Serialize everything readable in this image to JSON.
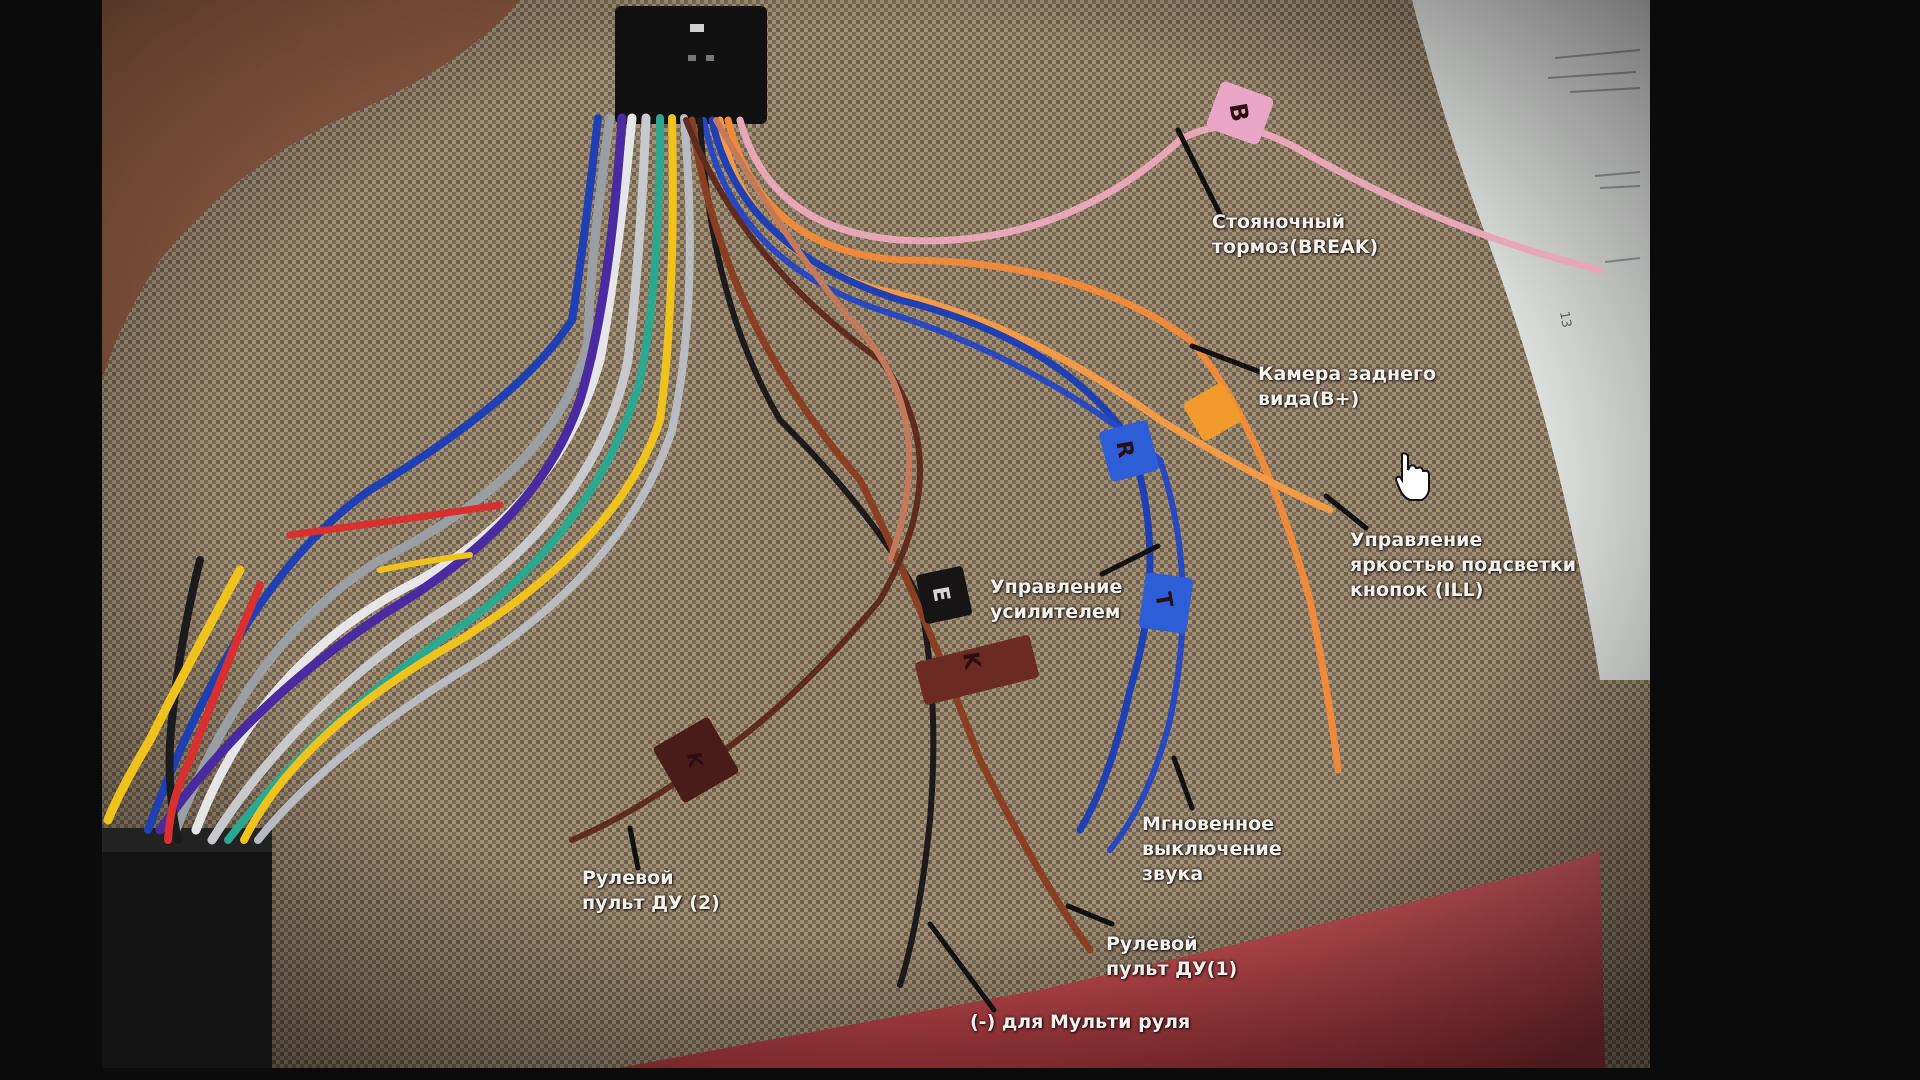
{
  "annotations": {
    "parking_brake": {
      "line1": "Стояночный",
      "line2": "тормоз(BREAK)"
    },
    "rear_camera": {
      "line1": "Камера заднего",
      "line2": "вида(B+)"
    },
    "illumination": {
      "line1": "Управление",
      "line2": "яркостью подсветки",
      "line3": "кнопок (ILL)"
    },
    "amplifier": {
      "line1": "Управление",
      "line2": "усилителем"
    },
    "mute": {
      "line1": "Мгновенное",
      "line2": "выключение",
      "line3": "звука"
    },
    "steering_remote_2": {
      "line1": "Рулевой",
      "line2": "пульт ДУ (2)"
    },
    "steering_remote_1": {
      "line1": "Рулевой",
      "line2": "пульт ДУ(1)"
    },
    "multi_wheel_ground": {
      "line1": "(-) для Мульти руля"
    }
  },
  "wire_tags": {
    "pink_tag": "B",
    "blue_tag_top": "R",
    "blue_tag_bottom": "T",
    "black_tag": "E",
    "brown_tag": "K",
    "dark_brown_tag": "K"
  },
  "colors": {
    "background": "#0b0b0c",
    "fabric": "#8f7e67",
    "paper": "#e2e4e2",
    "red_cloth": "#c54a4f",
    "wire_pink": "#e8a7b8",
    "wire_orange": "#ee8a3a",
    "wire_blue": "#1f3fb5",
    "wire_brown": "#8a3f22",
    "wire_black": "#1c1a1a",
    "wire_yellow": "#f0c21c",
    "wire_red": "#d9302f",
    "wire_gray": "#9a9ea5",
    "wire_white": "#e8e8ea",
    "wire_purple": "#4a2aa0",
    "wire_green": "#2aa890",
    "label_text": "#f4f1ec",
    "tag_pink": "#e9a6c7",
    "tag_blue": "#2d5ed8",
    "tag_orange": "#f39a2d",
    "tag_black": "#161414",
    "tag_brown": "#6c2a24"
  },
  "icons": {
    "cursor": "hand-pointer-icon"
  }
}
